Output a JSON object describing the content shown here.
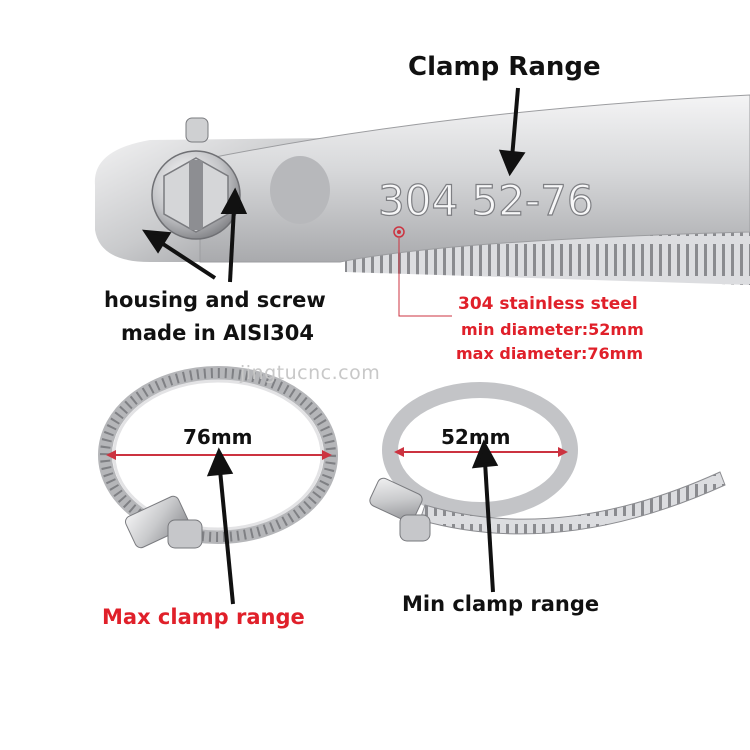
{
  "callouts": {
    "clamp_range": "Clamp Range",
    "housing_line1": "housing and screw",
    "housing_line2": "made in AISI304",
    "spec_material": "304 stainless steel",
    "spec_min": "min diameter:52mm",
    "spec_max": "max diameter:76mm",
    "diameter_max": "76mm",
    "diameter_min": "52mm",
    "max_clamp_range": "Max clamp range",
    "min_clamp_range": "Min clamp range"
  },
  "band_stamp": "304 52-76",
  "watermark": "jingtucnc.com",
  "colors": {
    "text": "#111111",
    "accent_red": "#e0202a",
    "dimension_line": "#cc3340",
    "steel_light": "#e6e6e8",
    "steel_mid": "#b9babd",
    "steel_dark": "#8f9094",
    "watermark": "#c8c8c8"
  }
}
